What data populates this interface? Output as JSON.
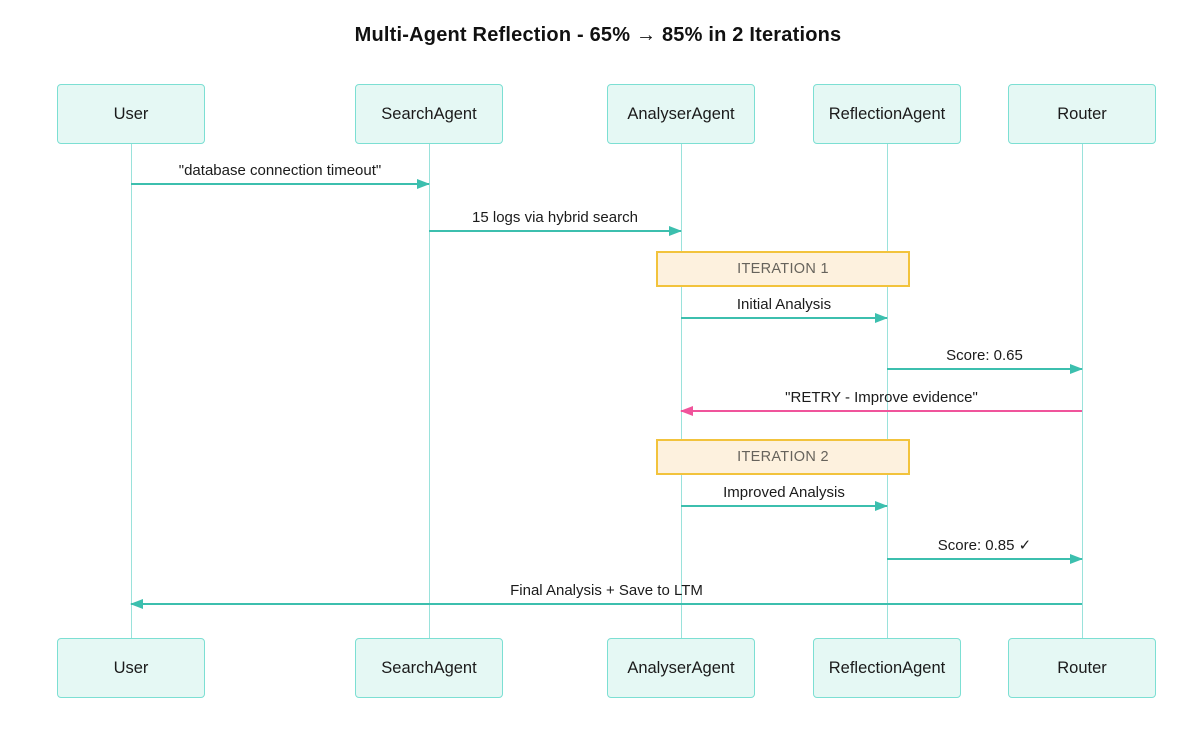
{
  "title": "Multi-Agent Reflection - 65% → 85% in 2 Iterations",
  "actors": [
    "User",
    "SearchAgent",
    "AnalyserAgent",
    "ReflectionAgent",
    "Router"
  ],
  "notes": [
    {
      "label": "ITERATION 1"
    },
    {
      "label": "ITERATION 2"
    }
  ],
  "messages": [
    {
      "from": "User",
      "to": "SearchAgent",
      "label": "\"database connection timeout\"",
      "color": "teal",
      "direction": "ltr"
    },
    {
      "from": "SearchAgent",
      "to": "AnalyserAgent",
      "label": "15 logs via hybrid search",
      "color": "teal",
      "direction": "ltr"
    },
    {
      "from": "AnalyserAgent",
      "to": "ReflectionAgent",
      "label": "Initial Analysis",
      "color": "teal",
      "direction": "ltr"
    },
    {
      "from": "ReflectionAgent",
      "to": "Router",
      "label": "Score: 0.65",
      "color": "teal",
      "direction": "ltr"
    },
    {
      "from": "Router",
      "to": "AnalyserAgent",
      "label": "\"RETRY - Improve evidence\"",
      "color": "pink",
      "direction": "rtl"
    },
    {
      "from": "AnalyserAgent",
      "to": "ReflectionAgent",
      "label": "Improved Analysis",
      "color": "teal",
      "direction": "ltr"
    },
    {
      "from": "ReflectionAgent",
      "to": "Router",
      "label": "Score: 0.85 ✓",
      "color": "teal",
      "direction": "ltr"
    },
    {
      "from": "Router",
      "to": "User",
      "label": "Final Analysis + Save to LTM",
      "color": "teal",
      "direction": "rtl"
    }
  ],
  "colors": {
    "background": "#ffffff",
    "actor_fill": "#e5f8f4",
    "actor_border": "#7cdfd3",
    "lifeline": "#9ae2db",
    "teal_arrow": "#3cbfae",
    "pink_arrow": "#f0549b",
    "note_fill": "#fdf1de",
    "note_border": "#f2c33c"
  }
}
